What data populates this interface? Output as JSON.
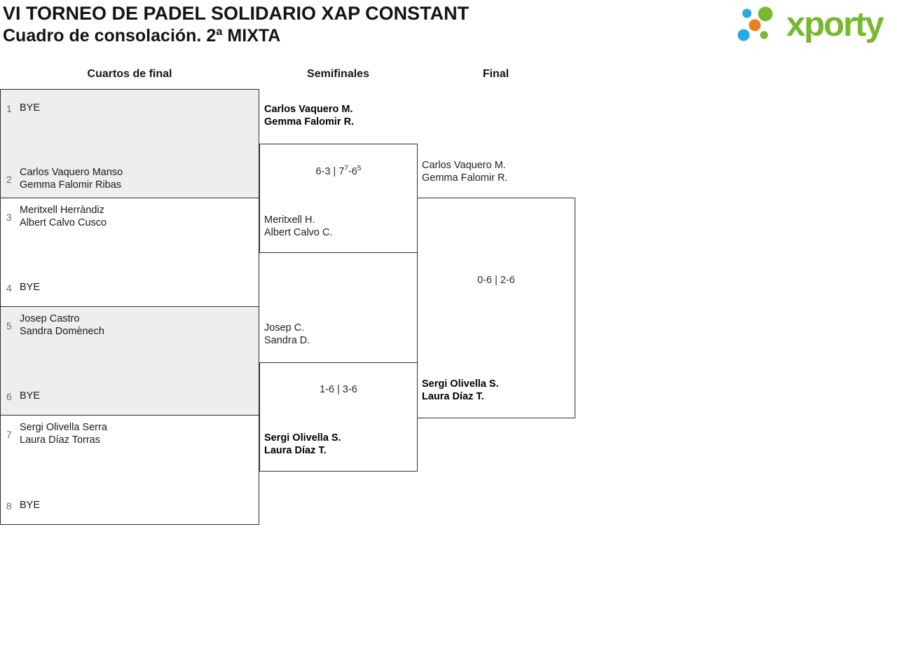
{
  "header": {
    "title": "VI TORNEO DE PADEL SOLIDARIO XAP CONSTANT",
    "subtitle": "Cuadro de consolación. 2ª MIXTA",
    "logo_text": "xporty"
  },
  "brand_colors": {
    "green": "#76b82e",
    "blue": "#29abe2",
    "orange": "#e8811e",
    "shaded_box_fill": "#eeeeee",
    "border": "#2e2e2e"
  },
  "rounds": [
    {
      "label": "Cuartos de final"
    },
    {
      "label": "Semifinales"
    },
    {
      "label": "Final"
    }
  ],
  "quarterfinals": [
    {
      "shaded": true,
      "slots": [
        {
          "seed": "1",
          "line1": "BYE",
          "line2": ""
        },
        {
          "seed": "2",
          "line1": "Carlos Vaquero Manso",
          "line2": "Gemma Falomir Ribas"
        }
      ]
    },
    {
      "shaded": false,
      "slots": [
        {
          "seed": "3",
          "line1": "Meritxell Herràndiz",
          "line2": "Albert Calvo Cusco"
        },
        {
          "seed": "4",
          "line1": "BYE",
          "line2": ""
        }
      ]
    },
    {
      "shaded": true,
      "slots": [
        {
          "seed": "5",
          "line1": "Josep Castro",
          "line2": "Sandra Domènech"
        },
        {
          "seed": "6",
          "line1": "BYE",
          "line2": ""
        }
      ]
    },
    {
      "shaded": false,
      "slots": [
        {
          "seed": "7",
          "line1": "Sergi Olivella Serra",
          "line2": "Laura Díaz Torras"
        },
        {
          "seed": "8",
          "line1": "BYE",
          "line2": ""
        }
      ]
    }
  ],
  "semifinals": [
    {
      "top": {
        "line1": "Carlos Vaquero M.",
        "line2": "Gemma Falomir R.",
        "winner": true
      },
      "bottom": {
        "line1": "Meritxell H.",
        "line2": "Albert Calvo C.",
        "winner": false
      },
      "score": {
        "p1": "6-3 | 7",
        "sup1": "7",
        "p2": "-6",
        "sup2": "5"
      }
    },
    {
      "top": {
        "line1": "Josep C.",
        "line2": "Sandra D.",
        "winner": false
      },
      "bottom": {
        "line1": "Sergi Olivella S.",
        "line2": "Laura Díaz T.",
        "winner": true
      },
      "score": {
        "p1": "1-6 | 3-6",
        "sup1": "",
        "p2": "",
        "sup2": ""
      }
    }
  ],
  "final": {
    "top": {
      "line1": "Carlos Vaquero M.",
      "line2": "Gemma Falomir R.",
      "winner": false
    },
    "bottom": {
      "line1": "Sergi Olivella S.",
      "line2": "Laura Díaz T.",
      "winner": true
    },
    "score": {
      "p1": "0-6 | 2-6",
      "sup1": "",
      "p2": "",
      "sup2": ""
    }
  }
}
